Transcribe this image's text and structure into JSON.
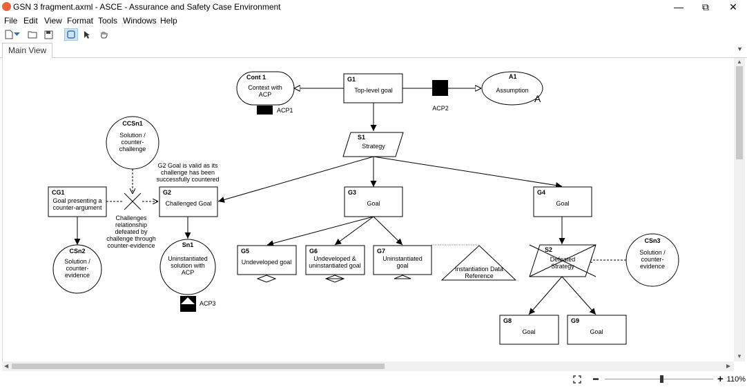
{
  "window": {
    "title": "GSN 3 fragment.axml - ASCE - Assurance and Safety Case Environment",
    "minimize": "—",
    "restore": "⧉",
    "close": "✕"
  },
  "menu": [
    "File",
    "Edit",
    "View",
    "Format",
    "Tools",
    "Windows",
    "Help"
  ],
  "tabs": {
    "main_view": "Main View"
  },
  "status": {
    "zoom": "110%"
  },
  "diagram": {
    "cont1": {
      "id": "Cont 1",
      "text": [
        "Context with",
        "ACP"
      ]
    },
    "acp1": "ACP1",
    "g1": {
      "id": "G1",
      "text": "Top-level goal"
    },
    "acp2": "ACP2",
    "a1": {
      "id": "A1",
      "text": "Assumption",
      "mark": "A"
    },
    "ccsn1": {
      "id": "CCSn1",
      "text": [
        "Solution /",
        "counter-",
        "challenge"
      ]
    },
    "s1": {
      "id": "S1",
      "text": "Strategy"
    },
    "note_g2": [
      "G2 Goal is valid as its",
      "challenge has been",
      "successfully countered"
    ],
    "cg1": {
      "id": "CG1",
      "text": [
        "Goal presenting a",
        "counter-argument"
      ]
    },
    "g2": {
      "id": "G2",
      "text": "Challenged Goal"
    },
    "g3": {
      "id": "G3",
      "text": "Goal"
    },
    "g4": {
      "id": "G4",
      "text": "Goal"
    },
    "challenge_note": [
      "Challenges",
      "relationship",
      "defeated by",
      "challenge through",
      "counter-evidence"
    ],
    "csn2": {
      "id": "CSn2",
      "text": [
        "Solution /",
        "counter-",
        "evidence"
      ]
    },
    "sn1": {
      "id": "Sn1",
      "text": [
        "Uninstantiated",
        "solution with",
        "ACP"
      ]
    },
    "acp3": "ACP3",
    "g5": {
      "id": "G5",
      "text": [
        "Undeveloped goal"
      ]
    },
    "g6": {
      "id": "G6",
      "text": [
        "Undeveloped &",
        "uninstantiated goal"
      ]
    },
    "g7": {
      "id": "G7",
      "text": [
        "Uninstantiated",
        "goal"
      ]
    },
    "idr": {
      "text": [
        "Instantiation Data",
        "Reference"
      ]
    },
    "s2": {
      "id": "S2",
      "text": [
        "Defeated",
        "Strategy"
      ]
    },
    "csn3": {
      "id": "CSn3",
      "text": [
        "Solution /",
        "counter-",
        "evidence"
      ]
    },
    "g8": {
      "id": "G8",
      "text": "Goal"
    },
    "g9": {
      "id": "G9",
      "text": "Goal"
    }
  }
}
